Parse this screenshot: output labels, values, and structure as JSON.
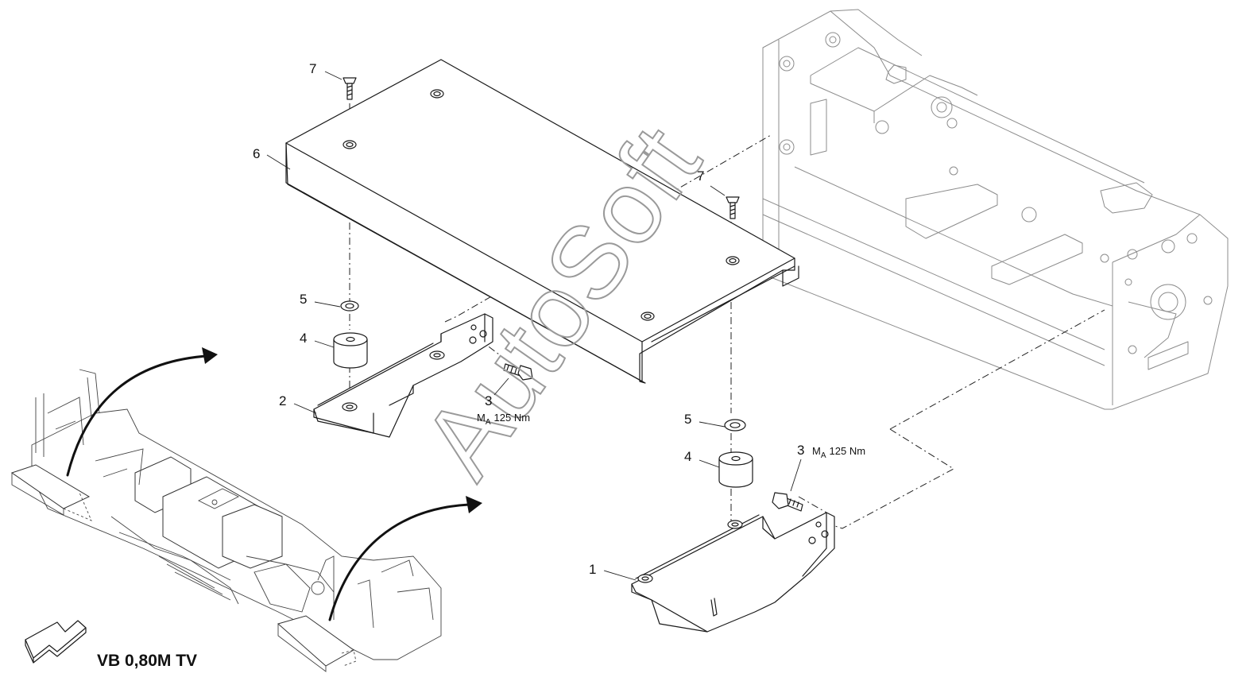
{
  "title": "VB 0,80M TV",
  "watermark": "AutoSoft",
  "parts": [
    {
      "number": "1"
    },
    {
      "number": "2"
    },
    {
      "number": "3",
      "torque_symbol": "M",
      "torque_subscript": "A",
      "torque_value": "125 Nm"
    },
    {
      "number": "4"
    },
    {
      "number": "5"
    },
    {
      "number": "6"
    },
    {
      "number": "7"
    }
  ]
}
